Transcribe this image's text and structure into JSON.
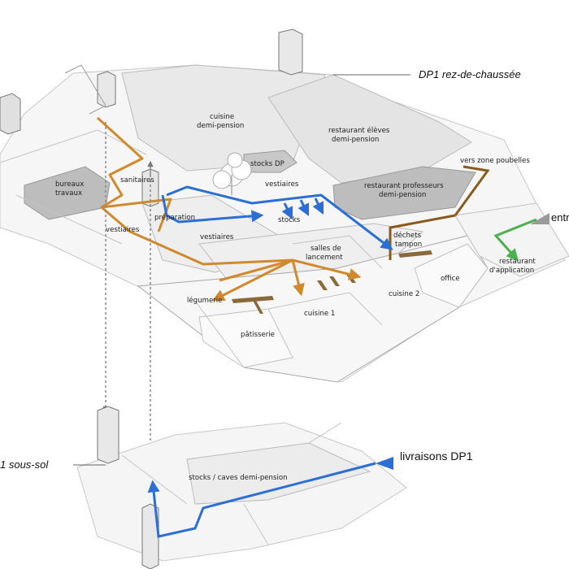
{
  "levels": {
    "ground_floor": "DP1 rez-de-chaussée",
    "basement": "1 sous-sol"
  },
  "deliveries_label": "livraisons DP1",
  "entry_label": "entr",
  "rooms": {
    "cuisine_line1": "cuisine",
    "cuisine_line2": "demi-pension",
    "restaurant_eleves_line1": "restaurant élèves",
    "restaurant_eleves_line2": "demi-pension",
    "vers_zone_poubelles": "vers zone poubelles",
    "restaurant_profs_line1": "restaurant professeurs",
    "restaurant_profs_line2": "demi-pension",
    "stocks_dp": "stocks DP",
    "vestiaires_1": "vestiaires",
    "sanitaires": "sanitaires",
    "bureaux_line1": "bureaux",
    "bureaux_line2": "travaux",
    "vestiaires_2": "vestiaires",
    "preparation": "préparation",
    "stocks": "stocks",
    "vestiaires_3": "vestiaires",
    "salles_line1": "salles de",
    "salles_line2": "lancement",
    "dechets_line1": "déchets",
    "dechets_line2": "tampon",
    "restaurant_app_line1": "restaurant",
    "restaurant_app_line2": "d'application",
    "office": "office",
    "legumerie": "légumerie",
    "cuisine_2": "cuisine 2",
    "cuisine_1": "cuisine 1",
    "patisserie": "pâtisserie",
    "stocks_caves": "stocks / caves demi-pension"
  },
  "colors": {
    "staff_flow": "#d08a2c",
    "goods_flow": "#2b6fd6",
    "waste_flow": "#8a5a1c",
    "entry_flow": "#4caf50",
    "highlight_room": "#bdbdbd",
    "floor": "#f2f2f2",
    "outline": "#9a9a9a"
  },
  "icons": {
    "entry_marker": "triangle-right-icon",
    "delivery_marker": "triangle-right-icon",
    "tree": "tree-icon"
  }
}
